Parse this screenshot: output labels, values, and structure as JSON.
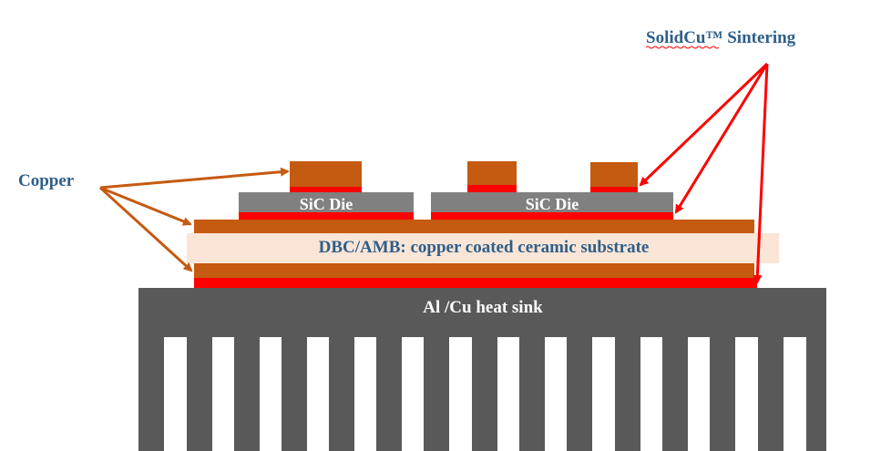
{
  "labels": {
    "sintering": "SolidCu™ Sintering",
    "copper": "Copper",
    "die_left": "SiC Die",
    "die_right": "SiC Die",
    "substrate": "DBC/AMB: copper coated ceramic substrate",
    "heat_sink": "Al /Cu heat sink"
  },
  "colors": {
    "copper": "#c55a11",
    "sinter": "#ff0000",
    "die": "#808080",
    "ceramic": "#fbe5d6",
    "heat_sink": "#595959",
    "label_blue": "#2e5f8a",
    "die_text": "#ffffff",
    "substrate_text": "#2e5f8a"
  }
}
